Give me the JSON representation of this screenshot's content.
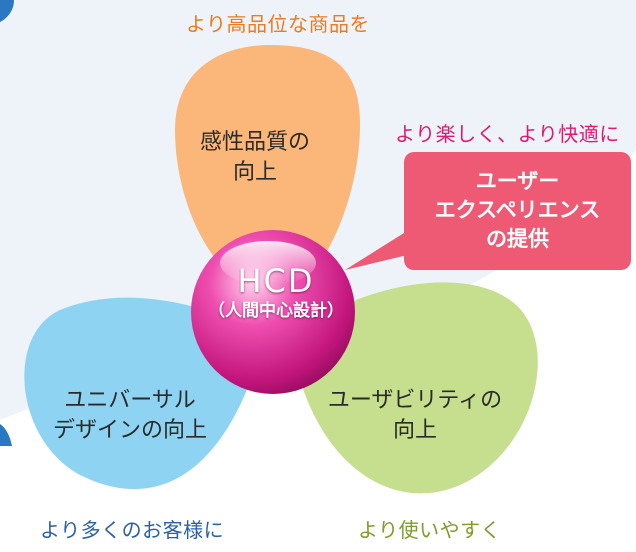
{
  "colors": {
    "top_petal": "#fbb77a",
    "left_petal": "#8ed4f2",
    "right_petal": "#c6df8e",
    "hub": "#d6228a",
    "callout": "#ee5a73",
    "caption_top": "#ed7a1c",
    "caption_right": "#e0196e",
    "caption_bottom_left": "#2b5fa8",
    "caption_bottom_right": "#7a9e2a",
    "background_arc": "#eef3fa",
    "corner_accent": "#2b78c2"
  },
  "captions": {
    "top": "より高品位な商品を",
    "right": "より楽しく、より快適に",
    "bottom_left": "より多くのお客様に",
    "bottom_right": "より使いやすく"
  },
  "petals": {
    "top": [
      "感性品質の",
      "向上"
    ],
    "left": [
      "ユニバーサル",
      "デザインの向上"
    ],
    "right": [
      "ユーザビリティの",
      "向上"
    ]
  },
  "callout": [
    "ユーザー",
    "エクスペリエンス",
    "の提供"
  ],
  "hub": {
    "title": "HCD",
    "subtitle": "（人間中心設計）"
  }
}
